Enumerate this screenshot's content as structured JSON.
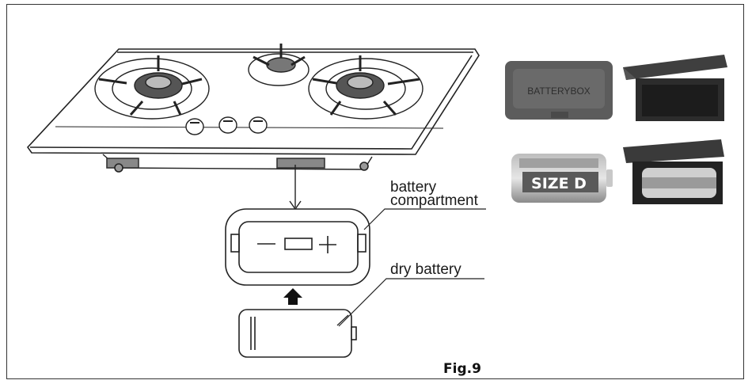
{
  "labels": {
    "battery_compartment_line1": "battery",
    "battery_compartment_line2": "compartment",
    "dry_battery": "dry battery",
    "figure": "Fig.9"
  },
  "photos": {
    "box_lid_text": "BATTERYBOX",
    "battery_text": "SIZE D"
  },
  "compartment_symbols": {
    "minus": "−",
    "plus": "+"
  },
  "icons": [
    "gas-hob",
    "burner",
    "knob",
    "down-arrow",
    "up-arrow",
    "battery-compartment",
    "d-cell-battery"
  ]
}
